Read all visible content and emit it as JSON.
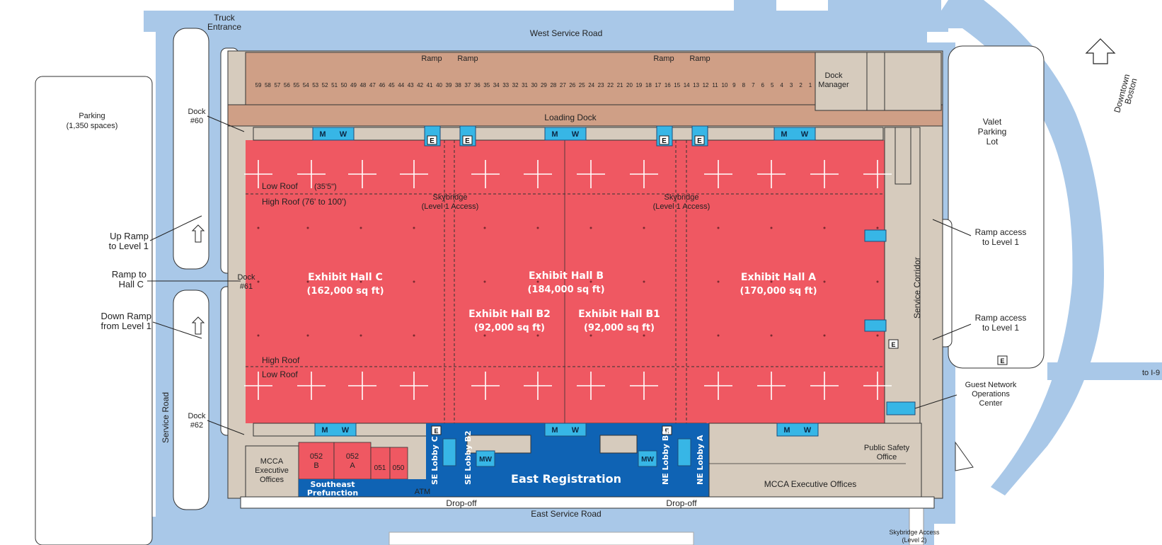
{
  "colors": {
    "road": "#a9c8e8",
    "exhibit": "#ef5862",
    "loading_dock": "#cf9f86",
    "service": "#d6cbbd",
    "registration": "#0f63b4",
    "restroom": "#37b6e6"
  },
  "roads": {
    "west": "West Service Road",
    "east": "East Service Road",
    "service": "Service Road",
    "truck_entrance_1": "Truck",
    "truck_entrance_2": "Entrance",
    "to_i90": "to I-9"
  },
  "parking": {
    "label_1": "Parking",
    "label_2": "(1,350 spaces)",
    "valet_1": "Valet",
    "valet_2": "Parking",
    "valet_3": "Lot"
  },
  "compass": {
    "line_1": "Downtown",
    "line_2": "Boston"
  },
  "ramps": {
    "up_1": "Up Ramp",
    "up_2": "to Level 1",
    "hallc_1": "Ramp to",
    "hallc_2": "Hall C",
    "down_1": "Down Ramp",
    "down_2": "from Level 1",
    "access_1a": "Ramp access",
    "access_1b": "to Level 1",
    "access_2a": "Ramp access",
    "access_2b": "to Level 1",
    "top_ramp": "Ramp"
  },
  "docks": {
    "d60_1": "Dock",
    "d60_2": "#60",
    "d61_1": "Dock",
    "d61_2": "#61",
    "d62_1": "Dock",
    "d62_2": "#62",
    "manager_1": "Dock",
    "manager_2": "Manager",
    "loading": "Loading Dock",
    "numbers": [
      "59",
      "58",
      "57",
      "56",
      "55",
      "54",
      "53",
      "52",
      "51",
      "50",
      "49",
      "48",
      "47",
      "46",
      "45",
      "44",
      "43",
      "42",
      "41",
      "40",
      "39",
      "38",
      "37",
      "36",
      "35",
      "34",
      "33",
      "32",
      "31",
      "30",
      "29",
      "28",
      "27",
      "26",
      "25",
      "24",
      "23",
      "22",
      "21",
      "20",
      "19",
      "18",
      "17",
      "16",
      "15",
      "14",
      "13",
      "12",
      "11",
      "10",
      "9",
      "8",
      "7",
      "6",
      "5",
      "4",
      "3",
      "2",
      "1"
    ]
  },
  "roof": {
    "low_top": "Low Roof",
    "low_top_height": "(35'5\")",
    "high_top": "High Roof (76' to 100')",
    "high_bottom": "High Roof",
    "low_bottom": "Low Roof"
  },
  "skybridge": {
    "label": "Skybridge",
    "sub": "(Level 1 Access)",
    "access_1": "Skybridge Access",
    "access_2": "(Level 2)"
  },
  "halls": {
    "c_name": "Exhibit Hall C",
    "c_size": "(162,000 sq ft)",
    "b_name": "Exhibit Hall B",
    "b_size": "(184,000 sq ft)",
    "b2_name": "Exhibit Hall B2",
    "b2_size": "(92,000 sq ft)",
    "b1_name": "Exhibit Hall B1",
    "b1_size": "(92,000 sq ft)",
    "a_name": "Exhibit Hall A",
    "a_size": "(170,000 sq ft)"
  },
  "rooms": {
    "mcca_exec_1": "MCCA",
    "mcca_exec_2": "Executive",
    "mcca_exec_3": "Offices",
    "mcca_exec_east": "MCCA Executive Offices",
    "r052b_1": "052",
    "r052b_2": "B",
    "r052a_1": "052",
    "r052a_2": "A",
    "r051": "051",
    "r050": "050",
    "southeast_1": "Southeast",
    "southeast_2": "Prefunction",
    "atm": "ATM",
    "se_lobby_c": "SE Lobby C",
    "se_lobby_b2": "SE Lobby B2",
    "east_registration": "East Registration",
    "ne_lobby_b1": "NE Lobby B1",
    "ne_lobby_a": "NE Lobby A",
    "public_safety_1": "Public Safety",
    "public_safety_2": "Office",
    "service_corridor": "Service Corridor",
    "gno_1": "Guest Network",
    "gno_2": "Operations",
    "gno_3": "Center",
    "dropoff": "Drop-off"
  },
  "icons": {
    "men": "M",
    "women": "W",
    "elevator": "E"
  }
}
